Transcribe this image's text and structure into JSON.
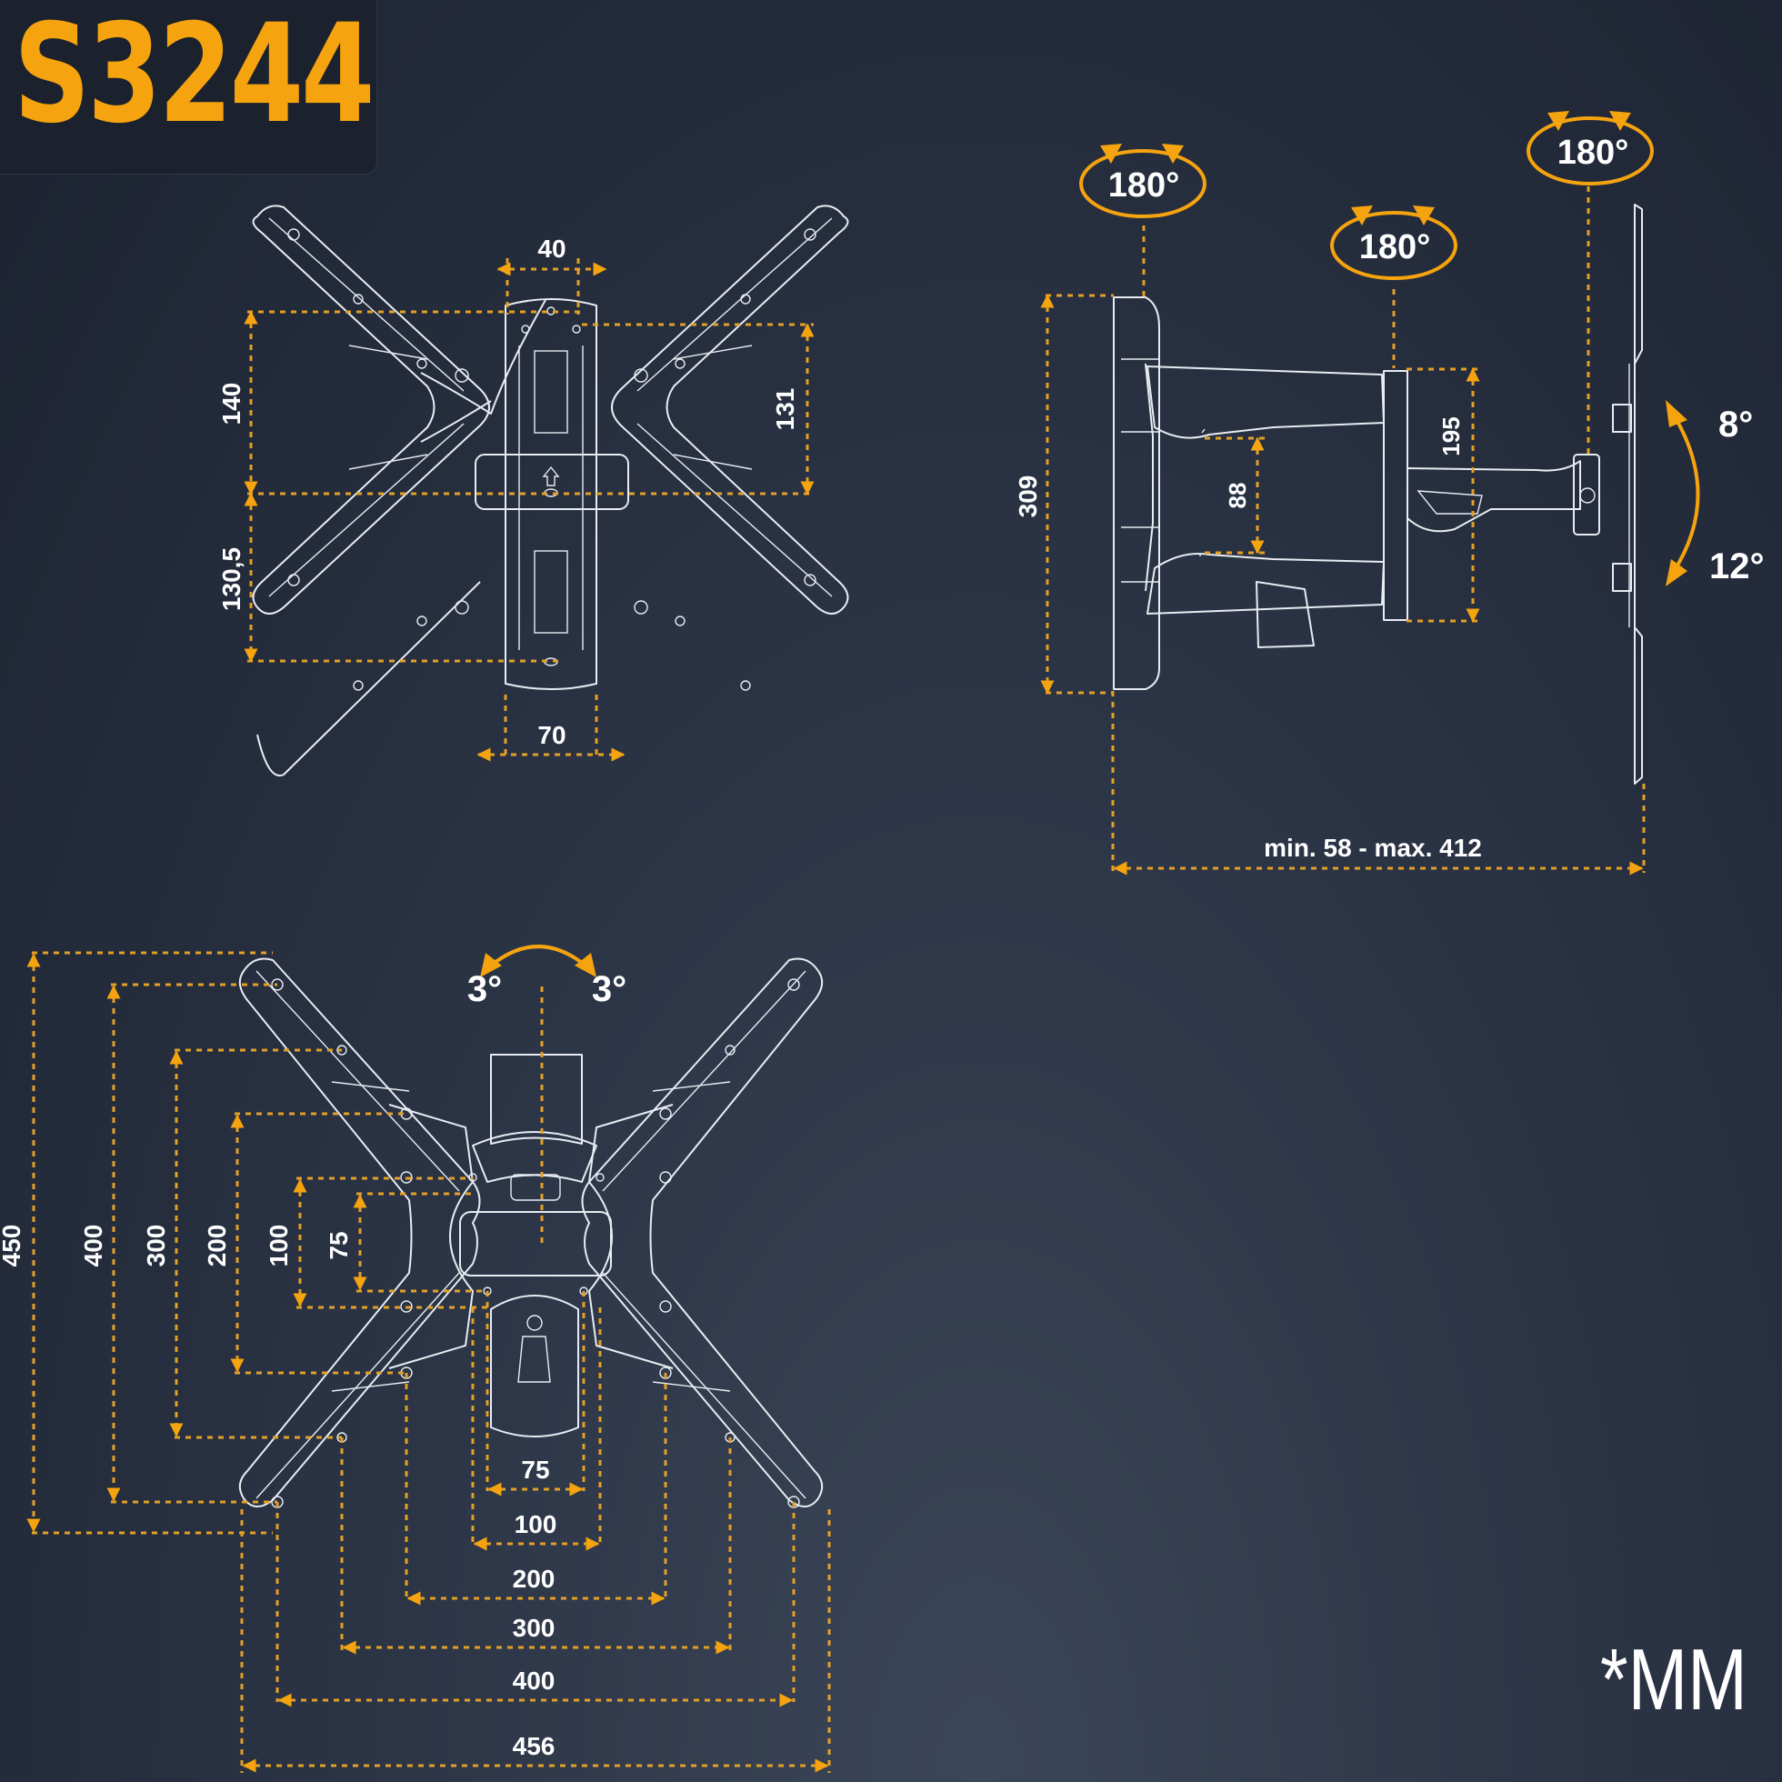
{
  "product": {
    "model": "S3244"
  },
  "unit_note": "*MM",
  "back_view": {
    "dims": {
      "top_width": "40",
      "bottom_width": "70",
      "upper_height": "140",
      "lower_height": "130,5",
      "right_height": "131"
    }
  },
  "side_view": {
    "swivels": [
      "180°",
      "180°",
      "180°"
    ],
    "dims": {
      "wall_plate_height": "309",
      "arm_height": "195",
      "inner_height": "88",
      "depth": "min. 58 - max. 412"
    },
    "tilt": {
      "up": "8°",
      "down": "12°"
    }
  },
  "front_view": {
    "rotation": {
      "left": "3°",
      "right": "3°"
    },
    "vertical_dims": [
      "450",
      "400",
      "300",
      "200",
      "100",
      "75"
    ],
    "horizontal_dims": [
      "75",
      "100",
      "200",
      "300",
      "400",
      "456"
    ]
  },
  "colors": {
    "accent": "#f5a30f",
    "background": "#222a38",
    "line": "#e8ecf2"
  }
}
